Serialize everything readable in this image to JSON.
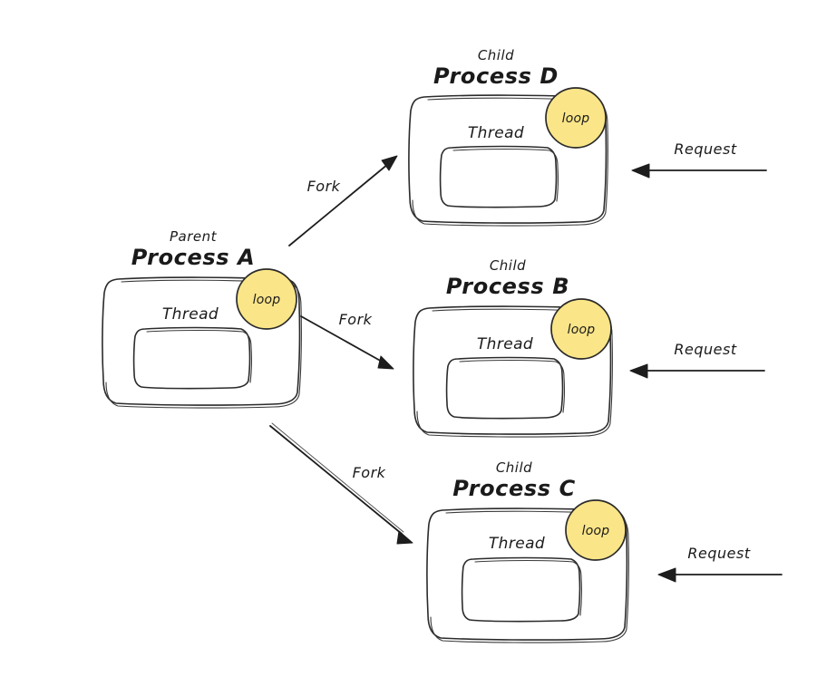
{
  "diagram": {
    "title": "Fork process model diagram",
    "background_color": "#ffffff",
    "stroke_color": "#2b2b2b",
    "loop_fill_color": "#fae588",
    "style": "hand-drawn sketch"
  },
  "processes": [
    {
      "id": "d",
      "kind": "Child",
      "title": "Process D",
      "inner_label": "Thread",
      "badge": "loop"
    },
    {
      "id": "a",
      "kind": "Parent",
      "title": "Process A",
      "inner_label": "Thread",
      "badge": "loop"
    },
    {
      "id": "b",
      "kind": "Child",
      "title": "Process B",
      "inner_label": "Thread",
      "badge": "loop"
    },
    {
      "id": "c",
      "kind": "Child",
      "title": "Process C",
      "inner_label": "Thread",
      "badge": "loop"
    }
  ],
  "edges": {
    "fork": [
      {
        "id": "fork-d",
        "label": "Fork",
        "from": "Process A",
        "to": "Process D"
      },
      {
        "id": "fork-b",
        "label": "Fork",
        "from": "Process A",
        "to": "Process B"
      },
      {
        "id": "fork-c",
        "label": "Fork",
        "from": "Process A",
        "to": "Process C"
      }
    ],
    "request": [
      {
        "id": "request-d",
        "label": "Request",
        "to": "Process D"
      },
      {
        "id": "request-b",
        "label": "Request",
        "to": "Process B"
      },
      {
        "id": "request-c",
        "label": "Request",
        "to": "Process C"
      }
    ]
  }
}
